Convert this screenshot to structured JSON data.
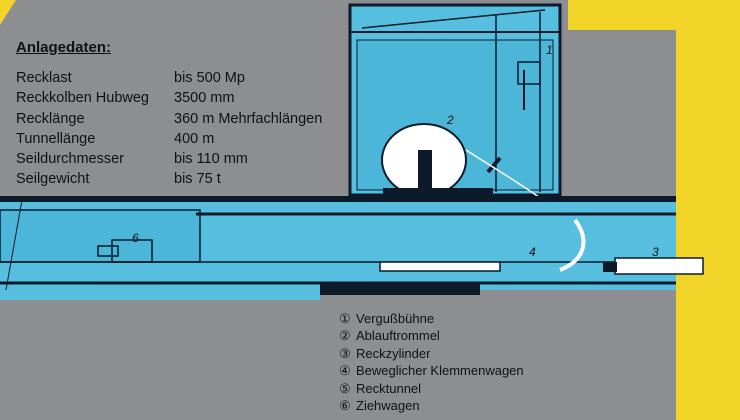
{
  "specs": {
    "heading": "Anlagedaten:",
    "rows": [
      {
        "label": "Recklast",
        "value": "bis 500 Mp"
      },
      {
        "label": "Reckkolben Hubweg",
        "value": "3500 mm"
      },
      {
        "label": "Recklänge",
        "value": "360 m Mehrfachlängen"
      },
      {
        "label": "Tunnellänge",
        "value": "400 m"
      },
      {
        "label": "Seildurchmesser",
        "value": "bis 110 mm"
      },
      {
        "label": "Seilgewicht",
        "value": "bis 75 t"
      }
    ]
  },
  "markers": [
    "1",
    "2",
    "3",
    "4",
    "6"
  ],
  "legend": [
    {
      "num": "①",
      "text": "Vergußbühne"
    },
    {
      "num": "②",
      "text": "Ablauftrommel"
    },
    {
      "num": "③",
      "text": "Reckzylinder"
    },
    {
      "num": "④",
      "text": "Beweglicher Klemmenwagen"
    },
    {
      "num": "⑤",
      "text": "Recktunnel"
    },
    {
      "num": "⑥",
      "text": "Ziehwagen"
    }
  ],
  "colors": {
    "background": "#8d8e90",
    "accent": "#f2d327",
    "water": "#56bfe0",
    "outline": "#0d1a2a"
  }
}
